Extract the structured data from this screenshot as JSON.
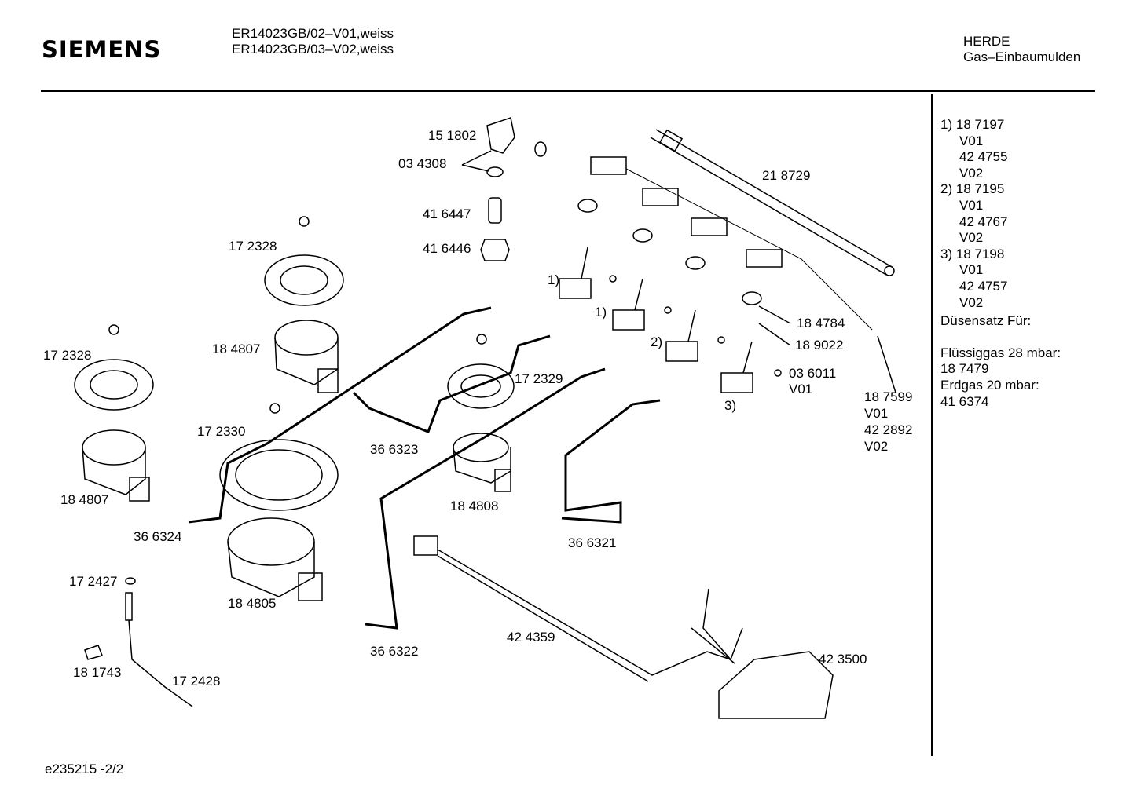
{
  "header": {
    "brand": "SIEMENS",
    "models": [
      "ER14023GB/02–V01,weiss",
      "ER14023GB/03–V02,weiss"
    ],
    "category": "HERDE",
    "subcategory": "Gas–Einbaumulden"
  },
  "parts": [
    {
      "id": "p1",
      "label": "15 1802"
    },
    {
      "id": "p2",
      "label": "03 4308"
    },
    {
      "id": "p3",
      "label": "41 6447"
    },
    {
      "id": "p4",
      "label": "41 6446"
    },
    {
      "id": "p5",
      "label": "17 2328"
    },
    {
      "id": "p6",
      "label": "17 2328"
    },
    {
      "id": "p7",
      "label": "18 4807"
    },
    {
      "id": "p8",
      "label": "18 4807"
    },
    {
      "id": "p9",
      "label": "17 2330"
    },
    {
      "id": "p10",
      "label": "36 6324"
    },
    {
      "id": "p11",
      "label": "17 2427"
    },
    {
      "id": "p12",
      "label": "18 4805"
    },
    {
      "id": "p13",
      "label": "18 1743"
    },
    {
      "id": "p14",
      "label": "17 2428"
    },
    {
      "id": "p15",
      "label": "36 6322"
    },
    {
      "id": "p16",
      "label": "42 4359"
    },
    {
      "id": "p17",
      "label": "42 3500"
    },
    {
      "id": "p18",
      "label": "36 6323"
    },
    {
      "id": "p19",
      "label": "17 2329"
    },
    {
      "id": "p20",
      "label": "18 4808"
    },
    {
      "id": "p21",
      "label": "36 6321"
    },
    {
      "id": "p22",
      "label": "21 8729"
    },
    {
      "id": "p23",
      "label": "1)"
    },
    {
      "id": "p24",
      "label": "1)"
    },
    {
      "id": "p25",
      "label": "2)"
    },
    {
      "id": "p26",
      "label": "3)"
    },
    {
      "id": "p27",
      "label": "18 4784"
    },
    {
      "id": "p28",
      "label": "18 9022"
    },
    {
      "id": "p29",
      "label": "03 6011"
    },
    {
      "id": "p30",
      "label": "V01"
    },
    {
      "id": "p31",
      "label": "18 7599"
    },
    {
      "id": "p32",
      "label": "V01"
    },
    {
      "id": "p33",
      "label": "42 2892"
    },
    {
      "id": "p34",
      "label": "V02"
    }
  ],
  "legend": {
    "entries": [
      {
        "num": "1)",
        "v01": "18 7197",
        "v01_label": "V01",
        "v02": "42 4755",
        "v02_label": "V02"
      },
      {
        "num": "2)",
        "v01": "18 7195",
        "v01_label": "V01",
        "v02": "42 4767",
        "v02_label": "V02"
      },
      {
        "num": "3)",
        "v01": "18 7198",
        "v01_label": "V01",
        "v02": "42 4757",
        "v02_label": "V02"
      }
    ],
    "nozzle_title": "Düsensatz Für:",
    "lpg_label": "Flüssiggas 28 mbar:",
    "lpg_part": "18 7479",
    "ng_label": "Erdgas 20 mbar:",
    "ng_part": "41 6374"
  },
  "footer": {
    "doc_id": "e235215  -2/2"
  }
}
